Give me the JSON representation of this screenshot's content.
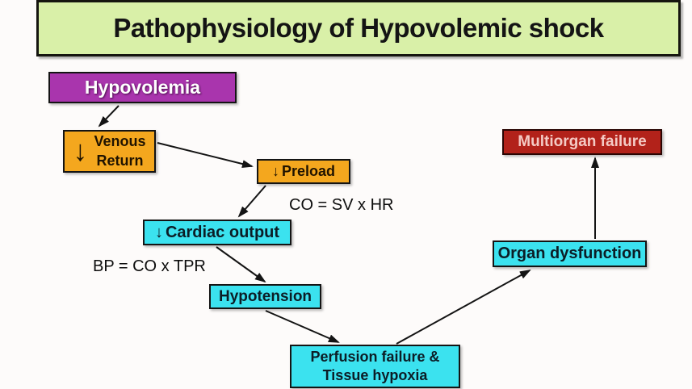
{
  "title": {
    "text": "Pathophysiology of Hypovolemic shock"
  },
  "nodes": {
    "hypovolemia": {
      "label": "Hypovolemia"
    },
    "venous_return": {
      "line1": "Venous",
      "line2": "Return"
    },
    "preload": {
      "label": "Preload"
    },
    "cardiac_output": {
      "label": "Cardiac output"
    },
    "hypotension": {
      "label": "Hypotension"
    },
    "perfusion": {
      "line1": "Perfusion failure &",
      "line2": "Tissue hypoxia"
    },
    "organ_dysfunction": {
      "label": "Organ dysfunction"
    },
    "multiorgan_failure": {
      "label": "Multiorgan failure"
    }
  },
  "formulas": {
    "co": "CO = SV x HR",
    "bp": "BP = CO x TPR"
  },
  "icons": {
    "down_arrow": "↓"
  },
  "colors": {
    "page_bg": "#fdfbfa",
    "title_bg": "#d9f0a8",
    "purple": "#a935ad",
    "orange": "#f4a71e",
    "cyan": "#3be2ef",
    "dark_red": "#b2221a",
    "red_box_text": "#f4cac4",
    "border_and_arrows": "#141414"
  }
}
